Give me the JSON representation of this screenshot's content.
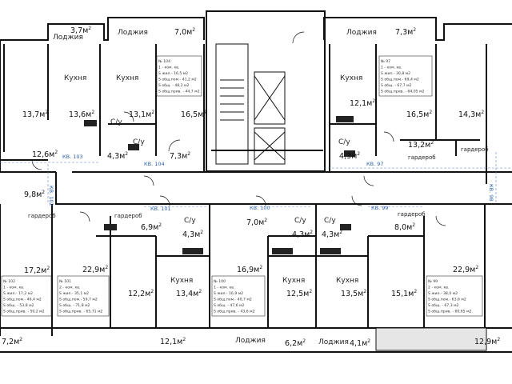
{
  "labels": {
    "kitchen": "Кухня",
    "loggia": "Лоджия",
    "bathroom": "С/у",
    "wardrobe": "гардероб"
  },
  "apt_numbers": {
    "a103": "КВ. 103",
    "a104": "КВ. 104",
    "a97": "КВ. 97",
    "a101": "КВ. 101",
    "a100": "КВ. 100",
    "a99": "КВ. 99",
    "a98": "КВ. 98",
    "a102": "КВ. 102"
  },
  "areas": {
    "t_loggia_left": "3,7",
    "t_loggia_mid": "7,0",
    "t_loggia_right": "7,3",
    "r_13_7": "13,7",
    "r_13_6": "13,6",
    "r_13_1": "13,1",
    "r_16_5_l": "16,5",
    "r_12_1": "12,1",
    "r_16_5_r": "16,5",
    "r_14_3": "14,3",
    "r_12_6": "12,6",
    "r_4_3_a": "4,3",
    "r_7_3": "7,3",
    "r_4_3_b": "4,3",
    "r_13_2": "13,2",
    "r_9_8": "9,8",
    "r_6_9": "6,9",
    "r_4_3_c": "4,3",
    "r_7_0": "7,0",
    "r_4_3_d": "4,3",
    "r_4_3_e": "4,3",
    "r_8_0": "8,0",
    "r_17_2": "17,2",
    "r_22_9_l": "22,9",
    "r_12_2": "12,2",
    "r_13_4": "13,4",
    "r_16_9": "16,9",
    "r_12_5": "12,5",
    "r_13_5": "13,5",
    "r_15_1": "15,1",
    "r_22_9_r": "22,9",
    "b_7_2": "7,2",
    "b_12_1": "12,1",
    "b_6_2": "6,2",
    "b_4_1": "4,1",
    "b_12_9": "12,9"
  },
  "unit": "м",
  "unit_sup": "2",
  "stamps": {
    "s104": [
      "№ 104",
      "1 - ком. кв.",
      "S жил.- 16,5 м2",
      "S общ.пом.- 41,2 м2",
      "S общ. - 48,2 м2",
      "S общ.прив. - 44,7 м2"
    ],
    "s97": [
      "№ 97",
      "1 - ком. кв.",
      "S жил.- 30,8 м2",
      "S общ.пом.- 69,4 м2",
      "S общ. - 67,7 м2",
      "S общ.прив. - 64,05 м2"
    ],
    "s102": [
      "№ 102",
      "1 - ком. кв.",
      "S жил.- 17,2 м2",
      "S общ.пом.- 46,4 м2",
      "S общ. - 53,8 м2",
      "S общ.прив. - 50,2 м2"
    ],
    "s101": [
      "№ 101",
      "2 - ком. кв.",
      "S жил.- 35,1 м2",
      "S общ.пом.- 59,7 м2",
      "S общ. - 71,8 м2",
      "S общ.прив. - 65,71 м2"
    ],
    "s100": [
      "№ 100",
      "1 - ком. кв.",
      "S жил.- 16,9 м2",
      "S общ.пом.- 40,7 м2",
      "S общ. - 47,6 м2",
      "S общ.прив. - 43,6 м2"
    ],
    "s99": [
      "№ 99",
      "2 - ком. кв.",
      "S жил.- 38,0 м2",
      "S общ.пом.- 63,6 м2",
      "S общ. - 67,3 м2",
      "S общ.прив. - 60,65 м2"
    ]
  }
}
